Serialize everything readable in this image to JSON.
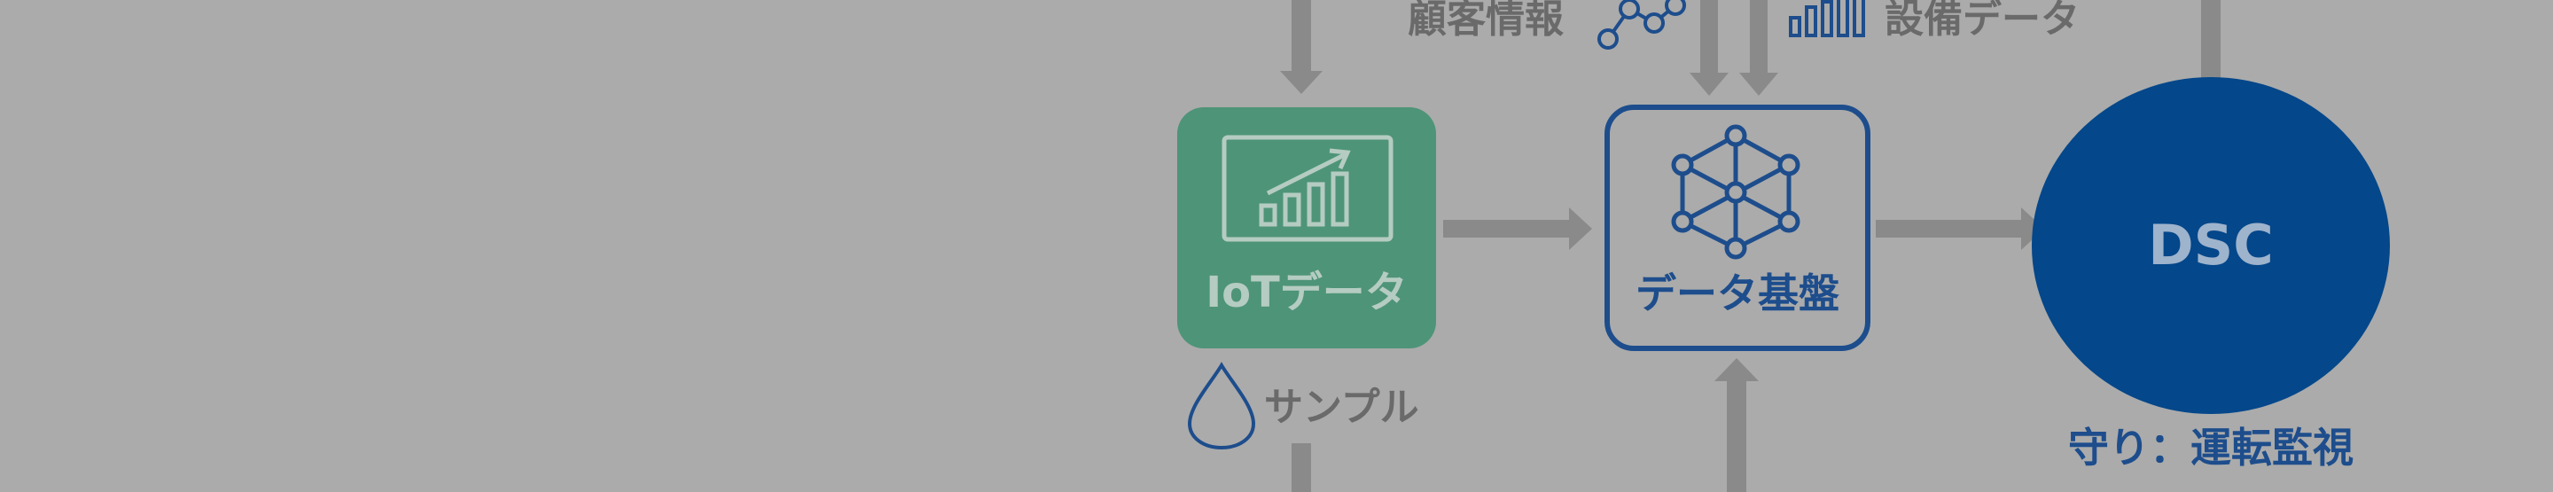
{
  "labels": {
    "customer_info": "顧客情報",
    "equipment_data": "設備データ",
    "sample": "サンプル",
    "defense_monitoring": "守り：運転監視"
  },
  "nodes": {
    "iot": {
      "label": "IoTデータ"
    },
    "platform": {
      "label": "データ基盤"
    },
    "dsc": {
      "label": "DSC"
    }
  },
  "colors": {
    "background": "#ababab",
    "arrow": "#8a8a8a",
    "iot_fill": "#4e9478",
    "navy": "#1d4d8c",
    "dsc_fill": "#04478a"
  }
}
